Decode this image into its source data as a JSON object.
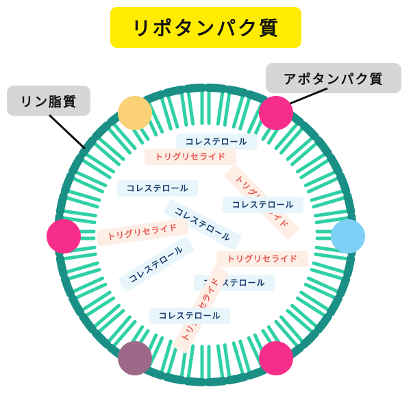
{
  "title": "リポタンパク質",
  "labels": {
    "phospholipid": "リン脂質",
    "apoprotein": "アポタンパク質"
  },
  "molecules": {
    "cholesterol": "コレステロール",
    "triglyceride": "トリグリセライド"
  },
  "colors": {
    "title_bg": "#ffec00",
    "callout_bg": "#d6d6d6",
    "membrane_head": "#1a8f86",
    "membrane_tail": "#2fd0a6",
    "cholesterol_bg": "#e8f6fb",
    "cholesterol_text": "#15396b",
    "triglyceride_bg": "#fdeee6",
    "triglyceride_text": "#e6544c",
    "protein_pink": "#f72d8b",
    "protein_yellow": "#fbd178",
    "protein_blue": "#7fd0f7",
    "protein_mauve": "#9c6a88"
  }
}
